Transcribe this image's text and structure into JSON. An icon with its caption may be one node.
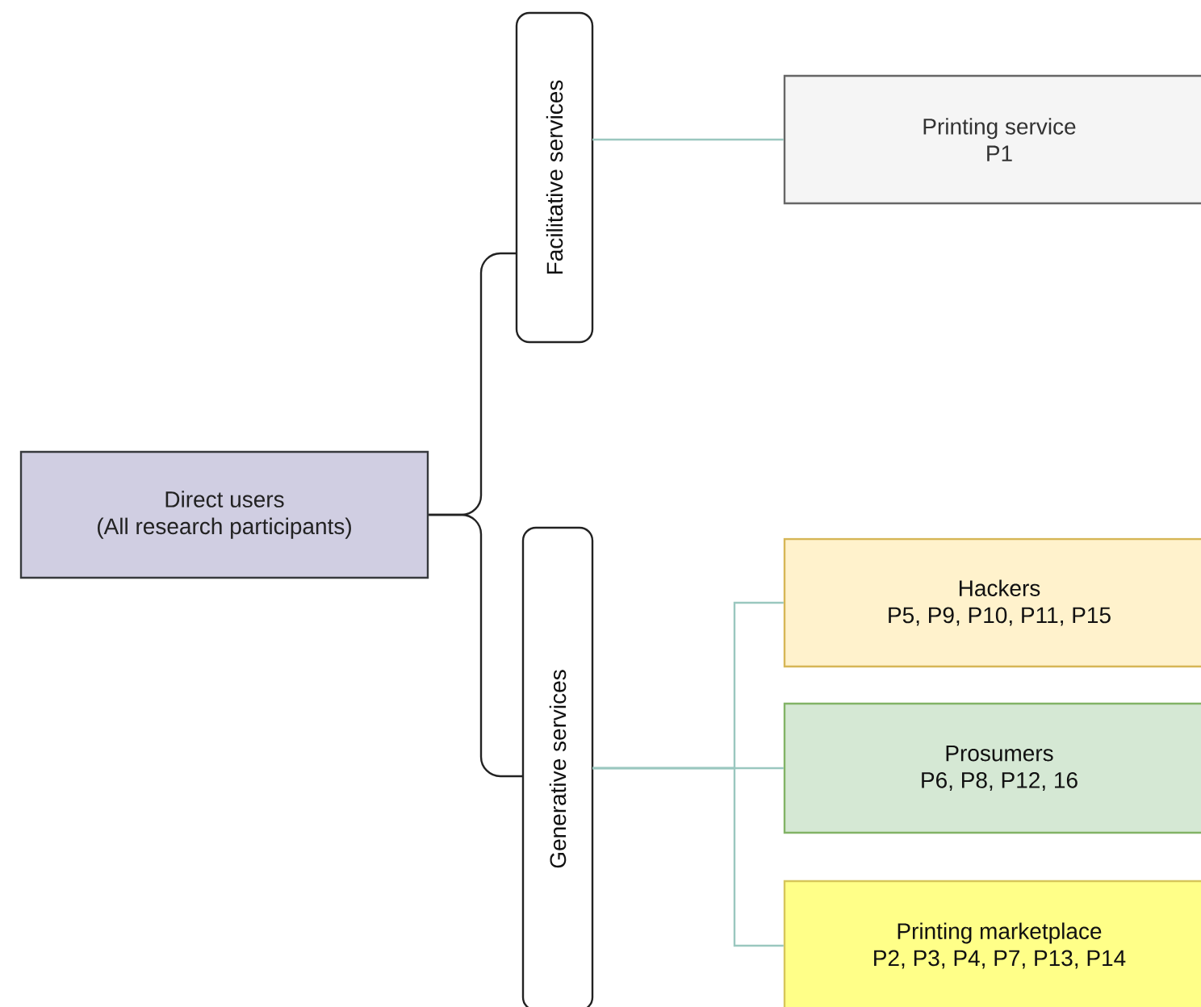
{
  "diagram": {
    "nodes": [
      {
        "text": [
          "Direct users",
          "(All research participants)"
        ]
      },
      {
        "text": [
          "Facilitative services"
        ]
      },
      {
        "text": [
          "Generative services"
        ]
      },
      {
        "text": [
          "Printing service",
          "P1"
        ]
      },
      {
        "text": [
          "Hackers",
          "P5, P9, P10, P11, P15"
        ]
      },
      {
        "text": [
          "Prosumers",
          "P6, P8, P12, 16"
        ]
      },
      {
        "text": [
          "Printing marketplace",
          "P2, P3, P4, P7, P13, P14"
        ]
      }
    ],
    "edges": [
      {
        "from": 0,
        "to": 1,
        "arrow": "none",
        "color": "#222222"
      },
      {
        "from": 0,
        "to": 2,
        "arrow": "none",
        "color": "#222222"
      },
      {
        "from": 1,
        "to": 3,
        "arrow": "none"
      },
      {
        "from": 2,
        "to": 4,
        "arrow": "none"
      },
      {
        "from": 2,
        "to": 5,
        "arrow": "none"
      },
      {
        "from": 2,
        "to": 6,
        "arrow": "none"
      }
    ]
  }
}
